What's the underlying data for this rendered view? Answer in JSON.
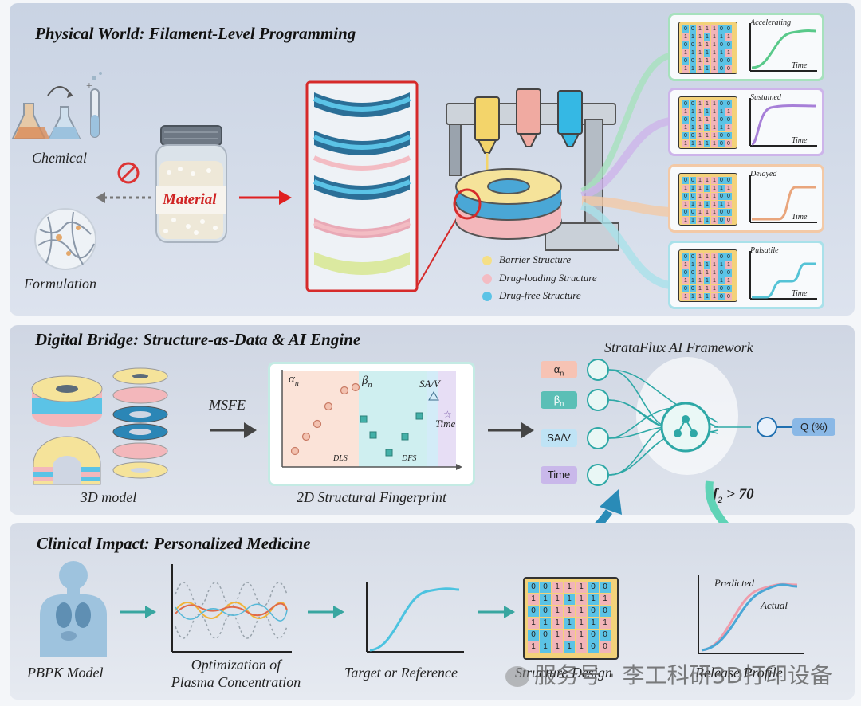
{
  "panels": {
    "physical": {
      "title": "Physical World: Filament-Level Programming",
      "chemical": "Chemical",
      "formulation": "Formulation",
      "material": "Material",
      "legend": [
        "Barrier Structure",
        "Drug-loading Structure",
        "Drug-free Structure"
      ],
      "legend_colors": [
        "#f5df86",
        "#f3bcc3",
        "#5bc3e6"
      ],
      "profiles": [
        {
          "name": "Accelerating",
          "time": "Time",
          "color": "#59c98a",
          "border": "#a6e1bd"
        },
        {
          "name": "Sustained",
          "time": "Time",
          "color": "#a77fd8",
          "border": "#cdb4ea"
        },
        {
          "name": "Delayed",
          "time": "Time",
          "color": "#e9a57c",
          "border": "#f3c9a6"
        },
        {
          "name": "Pulsatile",
          "time": "Time",
          "color": "#55c3d6",
          "border": "#a9e1ea"
        }
      ]
    },
    "digital": {
      "title": "Digital Bridge: Structure-as-Data & AI Engine",
      "model_label": "3D model",
      "msfe": "MSFE",
      "fingerprint_label": "2D Structural Fingerprint",
      "fp_alpha": "α",
      "fp_alpha_sub": "n",
      "fp_beta": "β",
      "fp_beta_sub": "n",
      "fp_sav": "SA/V",
      "fp_time": "Time",
      "fp_dls": "DLS",
      "fp_dfs": "DFS",
      "framework_title": "StrataFlux AI Framework",
      "inputs": [
        "α",
        "β",
        "SA/V",
        "Time"
      ],
      "input_subs": [
        "n",
        "n",
        "",
        ""
      ],
      "input_colors": [
        "#f6c3b4",
        "#5bbfb6",
        "#bfe3f5",
        "#c9b8ea"
      ],
      "output": "Q (%)",
      "f2_f": "f",
      "f2_sub": "2",
      "f2_rest": "> 70"
    },
    "clinical": {
      "title": "Clinical Impact: Personalized Medicine",
      "pbpk": "PBPK Model",
      "optim_line1": "Optimization of",
      "optim_line2": "Plasma Concentration",
      "target": "Target or Reference",
      "structure": "Structure Design",
      "release": "Release Profile",
      "predicted": "Predicted",
      "actual": "Actual"
    }
  },
  "grid_rows": [
    [
      "0",
      "0",
      "1",
      "1",
      "1",
      "0",
      "0"
    ],
    [
      "1",
      "1",
      "1",
      "1",
      "1",
      "1",
      "1"
    ],
    [
      "0",
      "0",
      "1",
      "1",
      "1",
      "0",
      "0"
    ],
    [
      "1",
      "1",
      "1",
      "1",
      "1",
      "1",
      "1"
    ],
    [
      "0",
      "0",
      "1",
      "1",
      "1",
      "0",
      "0"
    ],
    [
      "1",
      "1",
      "1",
      "1",
      "1",
      "0",
      "0"
    ]
  ],
  "watermark": "服务号 · 李工科研3D打印设备"
}
